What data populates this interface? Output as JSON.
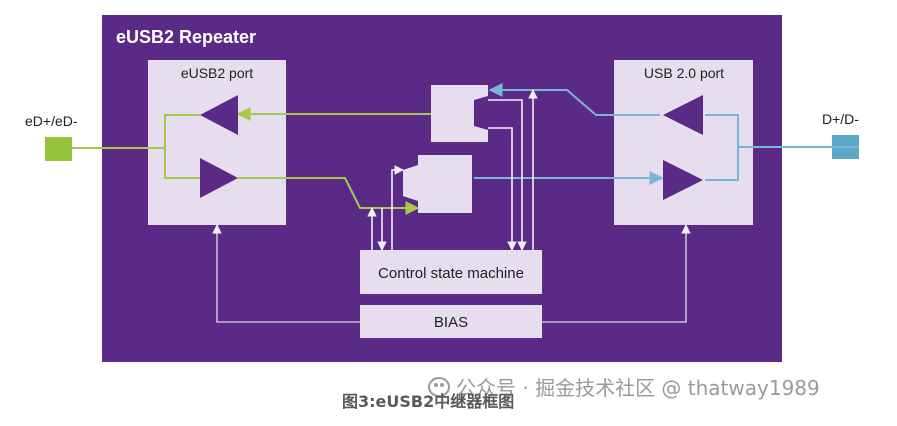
{
  "diagram": {
    "title": "eUSB2 Repeater",
    "left_port": {
      "label": "eUSB2 port"
    },
    "right_port": {
      "label": "USB 2.0 port"
    },
    "left_pin": {
      "label": "eD+/eD-"
    },
    "right_pin": {
      "label": "D+/D-"
    },
    "control_block": {
      "label": "Control state machine"
    },
    "bias_block": {
      "label": "BIAS"
    }
  },
  "caption": "图3:eUSB2中继器框图",
  "watermark": "公众号 · 掘金技术社区 @ thatway1989",
  "colors": {
    "background": "#5b2a86",
    "block_fill": "#e6ddee",
    "green_path": "#a6c94a",
    "blue_path": "#7ab4d6",
    "control_lines": "#f2eef6",
    "left_pin": "#96c43c",
    "right_pin": "#5aa9c8"
  }
}
